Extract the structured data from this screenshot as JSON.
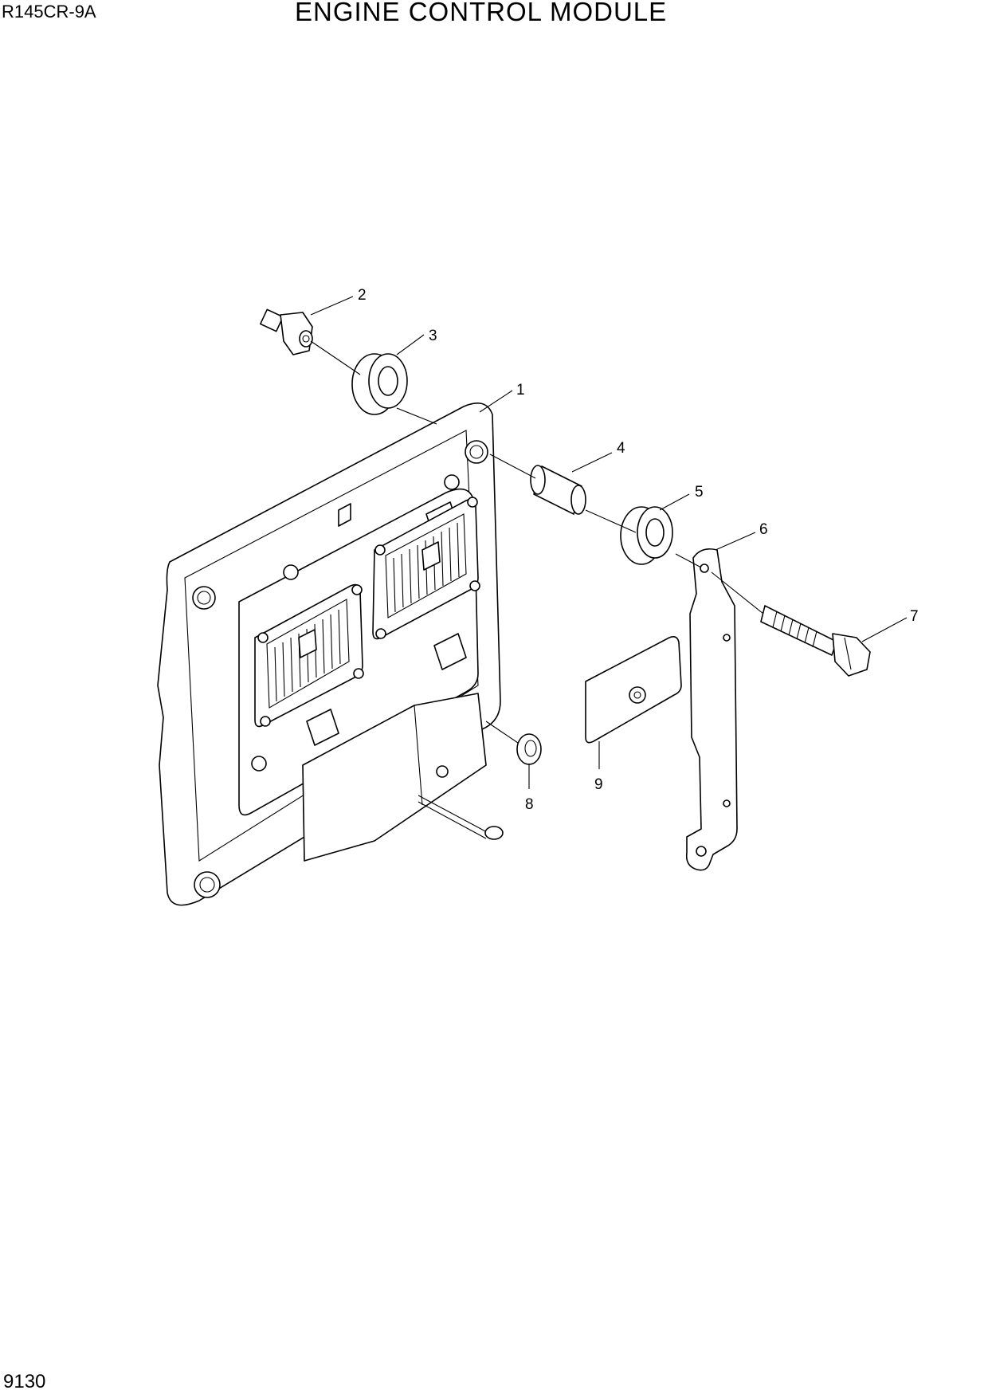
{
  "header": {
    "model": "R145CR-9A",
    "title": "ENGINE CONTROL MODULE"
  },
  "footer": {
    "page_number": "9130"
  },
  "callouts": [
    "1",
    "2",
    "3",
    "4",
    "5",
    "6",
    "7",
    "8",
    "9"
  ]
}
